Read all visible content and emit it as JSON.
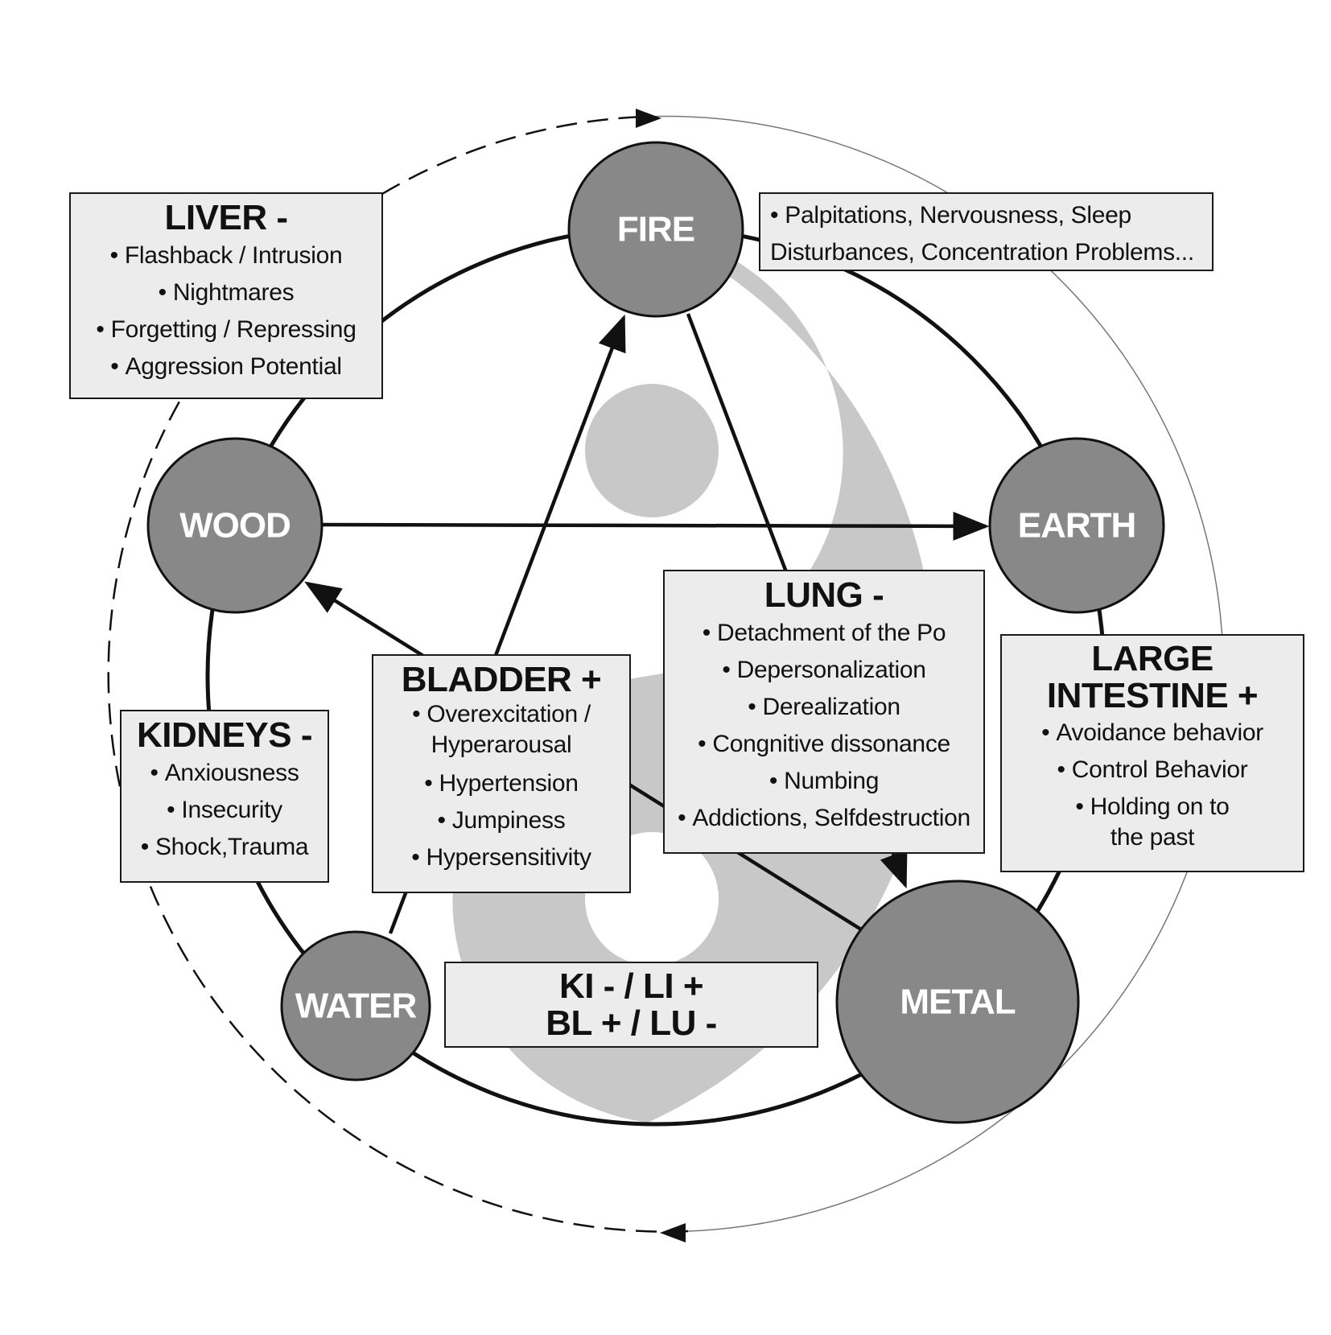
{
  "colors": {
    "node_fill": "#888888",
    "yinyang_shade": "#c8c8c8",
    "box_fill": "#ececec",
    "stroke": "#111111"
  },
  "nodes": {
    "fire": "FIRE",
    "earth": "EARTH",
    "metal": "METAL",
    "water": "WATER",
    "wood": "WOOD"
  },
  "liver": {
    "title": "LIVER -",
    "items": [
      "Flashback / Intrusion",
      "Nightmares",
      "Forgetting / Repressing",
      "Aggression Potential"
    ]
  },
  "fire_note": {
    "line1": "• Palpitations, Nervousness, Sleep",
    "line2": "Disturbances, Concentration Problems..."
  },
  "kidneys": {
    "title": "KIDNEYS -",
    "items": [
      "Anxiousness",
      "Insecurity",
      "Shock,Trauma"
    ]
  },
  "bladder": {
    "title": "BLADDER +",
    "item1_line1": "Overexcitation /",
    "item1_line2": "Hyperarousal",
    "items": [
      "Hypertension",
      "Jumpiness",
      "Hypersensitivity"
    ]
  },
  "lung": {
    "title": "LUNG -",
    "items": [
      "Detachment of the Po",
      "Depersonalization",
      "Derealization",
      "Congnitive dissonance",
      "Numbing",
      "Addictions, Selfdestruction"
    ]
  },
  "large_intestine": {
    "title_line1": "LARGE",
    "title_line2": "INTESTINE +",
    "items": [
      "Avoidance behavior",
      "Control Behavior"
    ],
    "item3_line1": "Holding on to",
    "item3_line2": "the past"
  },
  "summary": {
    "line1": "KI - / LI +",
    "line2": "BL + / LU -"
  }
}
